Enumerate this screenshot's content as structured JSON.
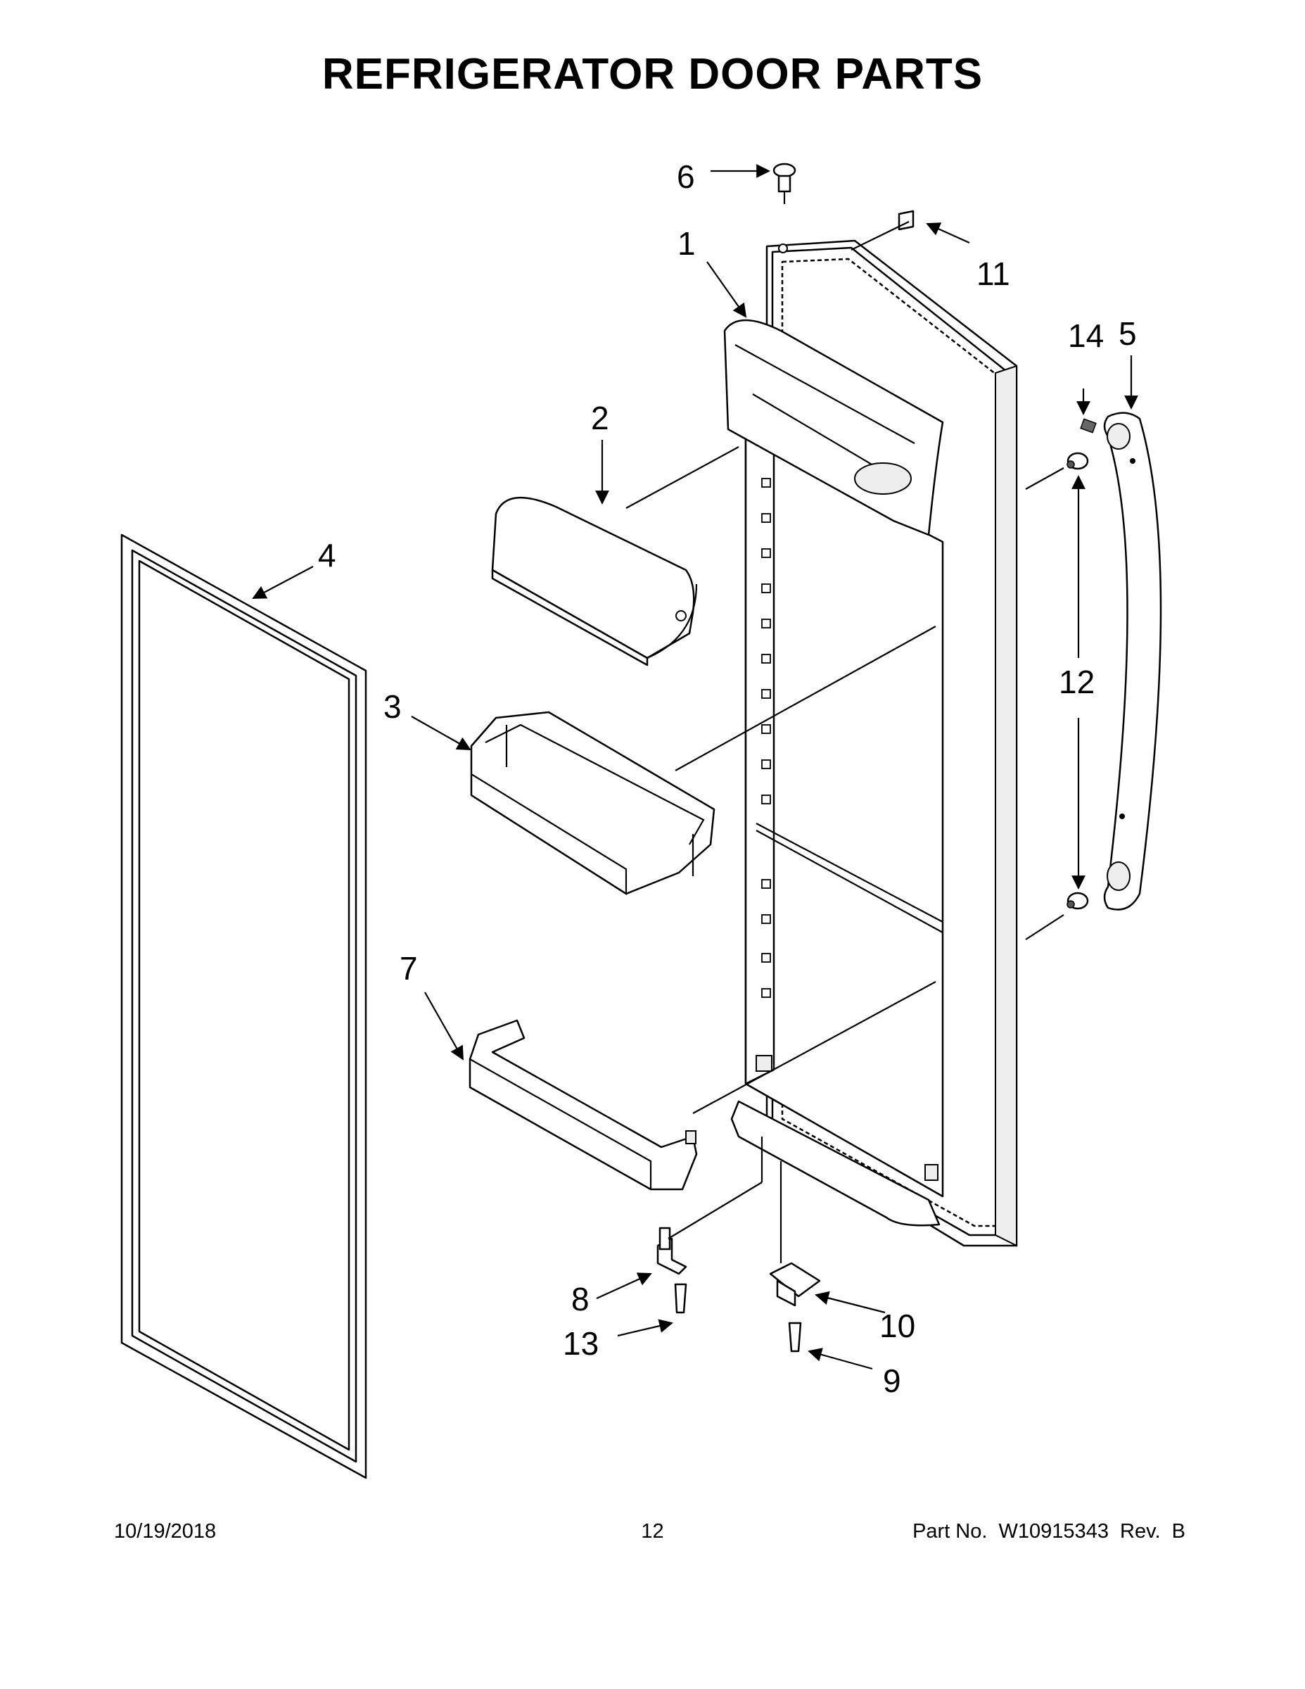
{
  "title": "REFRIGERATOR DOOR PARTS",
  "callouts": [
    {
      "id": "1",
      "part": "door-liner"
    },
    {
      "id": "2",
      "part": "dairy-door-bin"
    },
    {
      "id": "3",
      "part": "door-bin"
    },
    {
      "id": "4",
      "part": "door-gasket"
    },
    {
      "id": "5",
      "part": "handle"
    },
    {
      "id": "6",
      "part": "door-closer-cam"
    },
    {
      "id": "7",
      "part": "door-shelf-rail"
    },
    {
      "id": "8",
      "part": "lower-hinge-pin"
    },
    {
      "id": "9",
      "part": "hinge-screw"
    },
    {
      "id": "10",
      "part": "hinge-bracket"
    },
    {
      "id": "11",
      "part": "label-tab"
    },
    {
      "id": "12",
      "part": "handle-mounting-stud"
    },
    {
      "id": "13",
      "part": "pin-screw"
    },
    {
      "id": "14",
      "part": "handle-set-screw"
    }
  ],
  "footer": {
    "date": "10/19/2018",
    "page": "12",
    "part_number": "Part No.  W10915343  Rev.  B"
  }
}
